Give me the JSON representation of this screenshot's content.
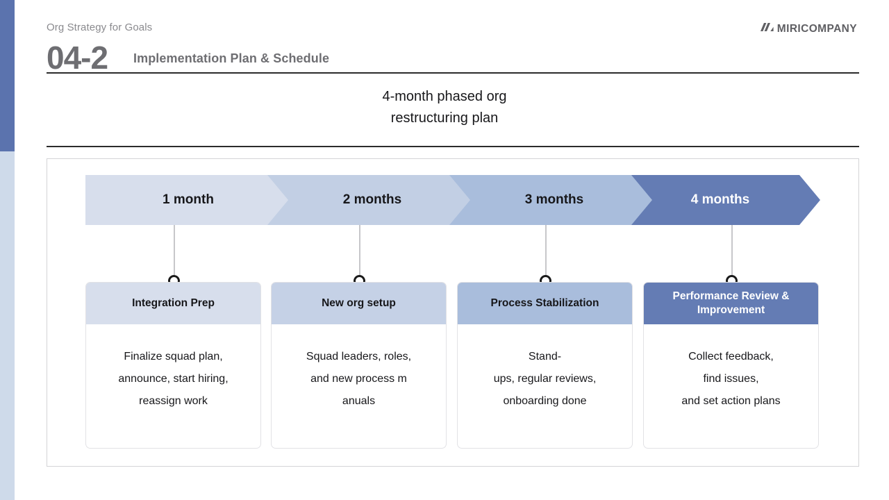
{
  "header": {
    "eyebrow": "Org Strategy for Goals",
    "section_number": "04-2",
    "section_title": "Implementation Plan & Schedule",
    "logo_text": "MIRICOMPANY",
    "logo_icon": "miri-slash-mark-icon"
  },
  "subtitle": {
    "line1": "4-month phased org",
    "line2": "restructuring plan"
  },
  "timeline": {
    "phases": [
      {
        "label": "1 month",
        "color": "#D7DEEC",
        "text_color": "#17171A"
      },
      {
        "label": "2 months",
        "color": "#C2CFE4",
        "text_color": "#17171A"
      },
      {
        "label": "3 months",
        "color": "#A9BDDC",
        "text_color": "#17171A"
      },
      {
        "label": "4 months",
        "color": "#647CB4",
        "text_color": "#FFFFFF"
      }
    ]
  },
  "cards": [
    {
      "title": "Integration Prep",
      "body_line1": "Finalize squad plan,",
      "body_line2": "announce, start hiring,",
      "body_line3": "reassign work",
      "header_color": "#D7DEEC"
    },
    {
      "title": "New org setup",
      "body_line1": "Squad leaders, roles,",
      "body_line2": "and new process m",
      "body_line3": "anuals",
      "header_color": "#C5D1E6"
    },
    {
      "title": "Process Stabilization",
      "body_line1": "Stand-",
      "body_line2": "ups, regular reviews,",
      "body_line3": "onboarding done",
      "header_color": "#A9BDDC"
    },
    {
      "title": "Performance Review & Improvement",
      "body_line1": "Collect feedback,",
      "body_line2": "find issues,",
      "body_line3": "and set action plans",
      "header_color": "#647CB4"
    }
  ],
  "theme": {
    "accent_top": "#5B73AE",
    "accent_bottom": "#CEDAEA",
    "rule_color": "#2B2B2B",
    "panel_border": "#D3D3D6"
  }
}
